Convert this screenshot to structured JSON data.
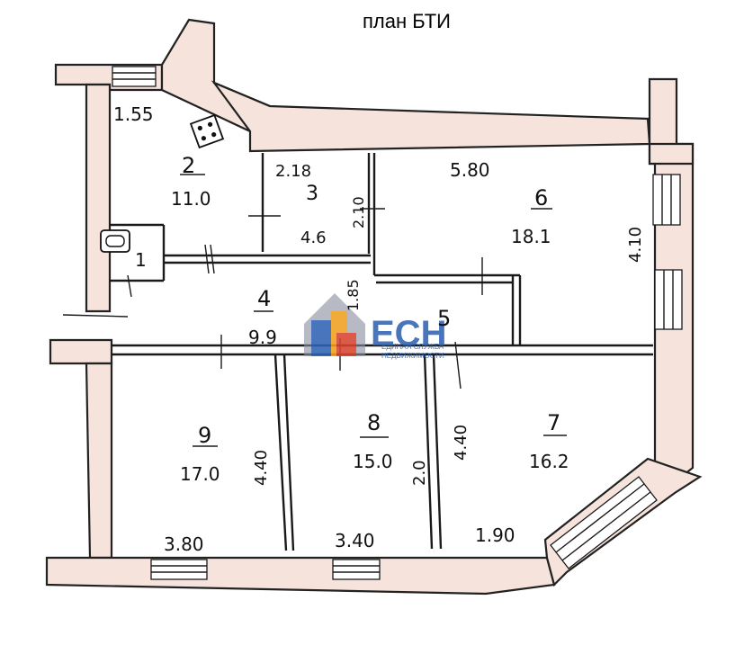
{
  "title": "план БТИ",
  "rooms": [
    {
      "number": "1",
      "area": ""
    },
    {
      "number": "2",
      "area": "11.0"
    },
    {
      "number": "3",
      "area": "4.6"
    },
    {
      "number": "4",
      "area": "9.9"
    },
    {
      "number": "5",
      "area": ""
    },
    {
      "number": "6",
      "area": "18.1"
    },
    {
      "number": "7",
      "area": "16.2"
    },
    {
      "number": "8",
      "area": "15.0"
    },
    {
      "number": "9",
      "area": "17.0"
    }
  ],
  "dimensions": {
    "top_left": "1.55",
    "room3_width": "2.18",
    "room3_height": "2.10",
    "room4_side": "1.85",
    "room6_width": "5.80",
    "room6_height": "4.10",
    "room9_height": "4.40",
    "room8_height": "2.0",
    "room7_height": "4.40",
    "bottom_left": "3.80",
    "bottom_mid": "3.40",
    "bottom_right": "1.90"
  },
  "watermark": {
    "brand": "ЕСН",
    "line1": "ЕДИНАЯ СЛУЖБА",
    "line2": "НЕДВИЖИМОСТИ",
    "colors": {
      "blue": "#2f63b3",
      "orange": "#f0a020",
      "red": "#d8452f",
      "grey": "#8a8fa0"
    }
  }
}
